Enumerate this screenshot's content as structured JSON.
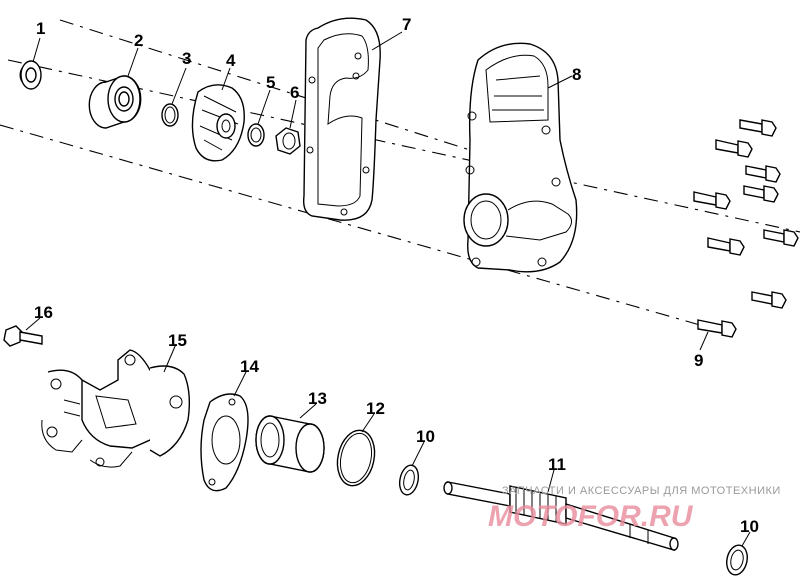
{
  "diagram": {
    "callouts": [
      "1",
      "2",
      "3",
      "4",
      "5",
      "6",
      "7",
      "8",
      "9",
      "10",
      "11",
      "12",
      "13",
      "14",
      "15",
      "16",
      "10"
    ],
    "watermark": {
      "text": "ЗАПЧАСТИ И АКСЕССУАРЫ ДЛЯ МОТОТЕХНИКИ",
      "logo": "MOTOFOR.RU"
    },
    "colors": {
      "line": "#000000",
      "background": "#ffffff",
      "watermark_logo": "#e98c9c"
    }
  }
}
